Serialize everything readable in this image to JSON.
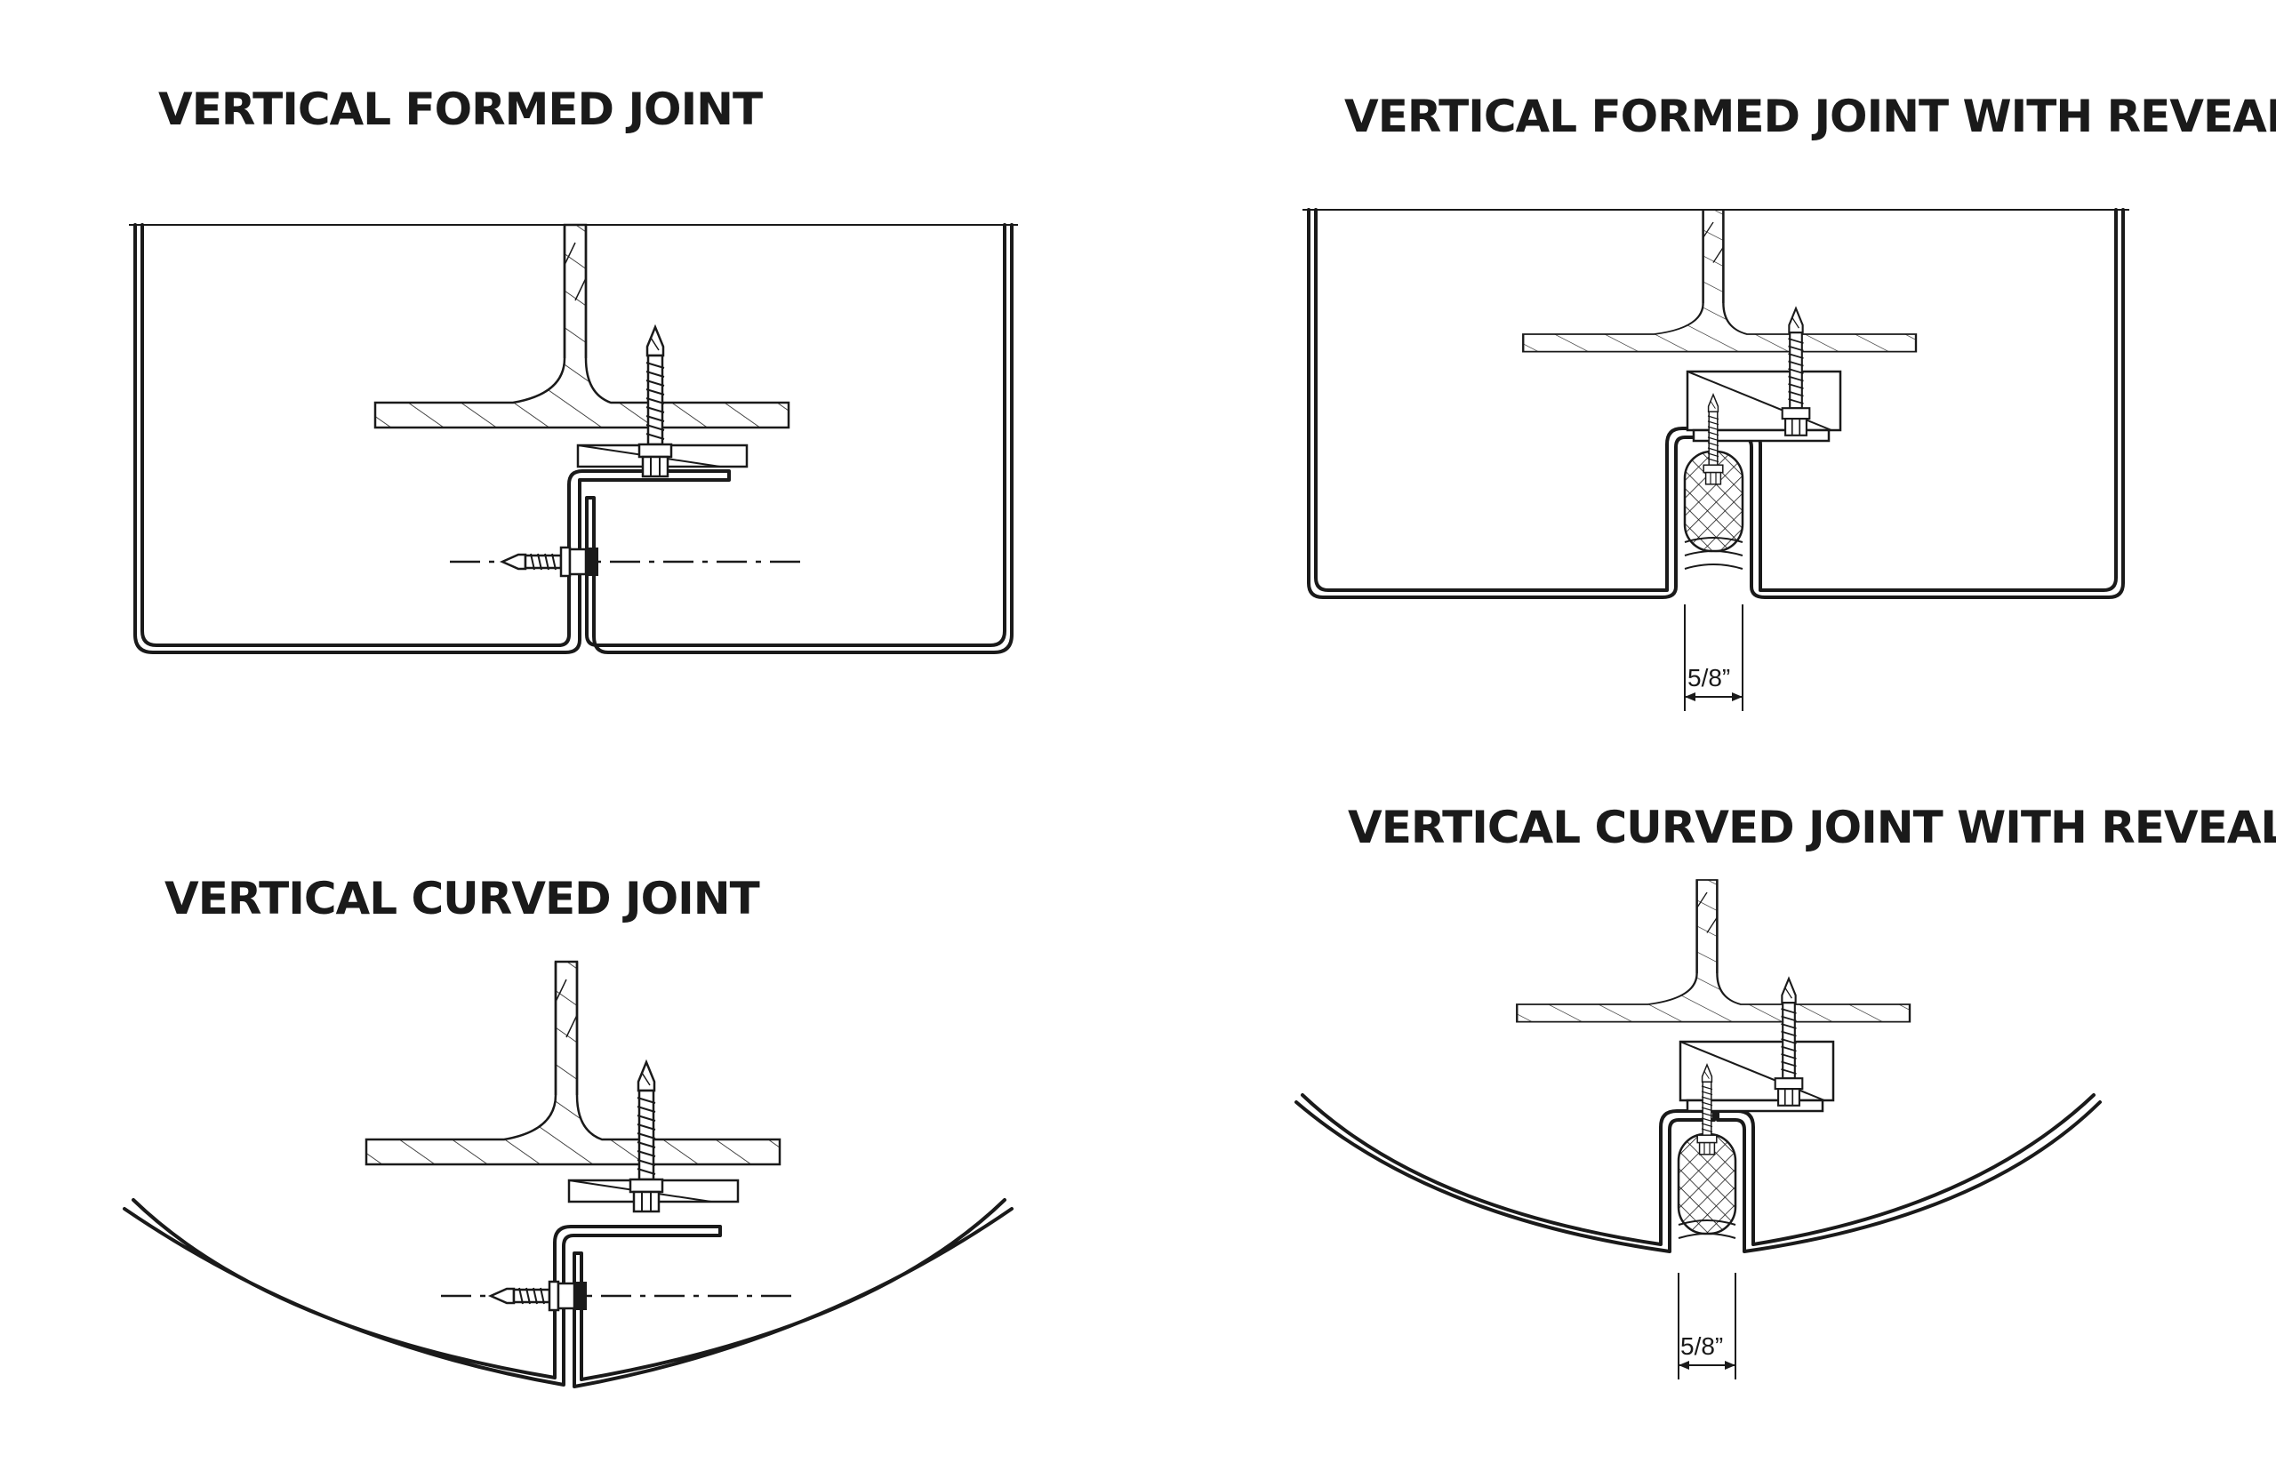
{
  "panels": [
    {
      "title": "VERTICAL FORMED JOINT"
    },
    {
      "title": "VERTICAL FORMED JOINT WITH REVEAL",
      "dimension": "5/8”"
    },
    {
      "title": "VERTICAL CURVED JOINT"
    },
    {
      "title": "VERTICAL CURVED JOINT WITH REVEAL",
      "dimension": "5/8”"
    }
  ]
}
